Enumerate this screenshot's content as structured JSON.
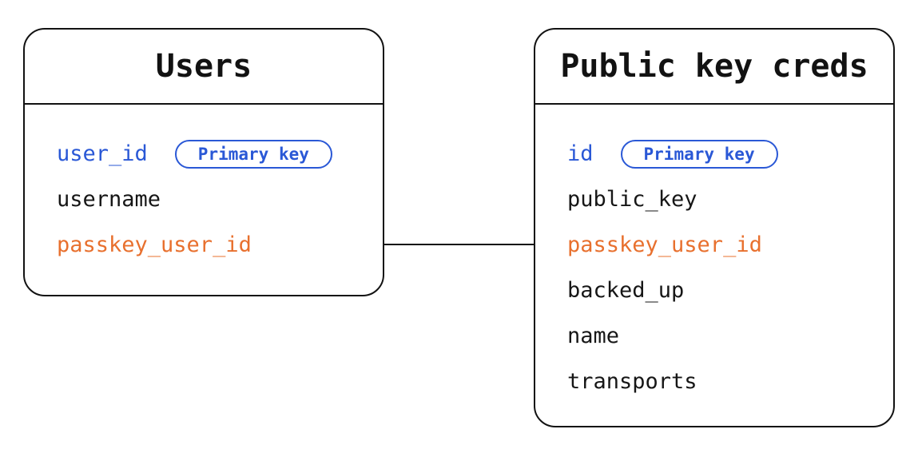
{
  "diagram": {
    "type": "entity-relationship",
    "badge_label": "Primary key",
    "colors": {
      "accent_blue": "#2a58d6",
      "accent_orange": "#e8702e",
      "line_black": "#121212",
      "background": "#ffffff"
    },
    "tables": [
      {
        "title": "Users",
        "fields": [
          {
            "name": "user_id",
            "color": "blue",
            "primary_key": true
          },
          {
            "name": "username",
            "color": "black",
            "primary_key": false
          },
          {
            "name": "passkey_user_id",
            "color": "orange",
            "primary_key": false
          }
        ]
      },
      {
        "title": "Public key creds",
        "fields": [
          {
            "name": "id",
            "color": "blue",
            "primary_key": true
          },
          {
            "name": "public_key",
            "color": "black",
            "primary_key": false
          },
          {
            "name": "passkey_user_id",
            "color": "orange",
            "primary_key": false
          },
          {
            "name": "backed_up",
            "color": "black",
            "primary_key": false
          },
          {
            "name": "name",
            "color": "black",
            "primary_key": false
          },
          {
            "name": "transports",
            "color": "black",
            "primary_key": false
          }
        ]
      }
    ],
    "relationship": {
      "from_table": "Users",
      "from_field": "passkey_user_id",
      "to_table": "Public key creds",
      "to_field": "passkey_user_id"
    }
  }
}
